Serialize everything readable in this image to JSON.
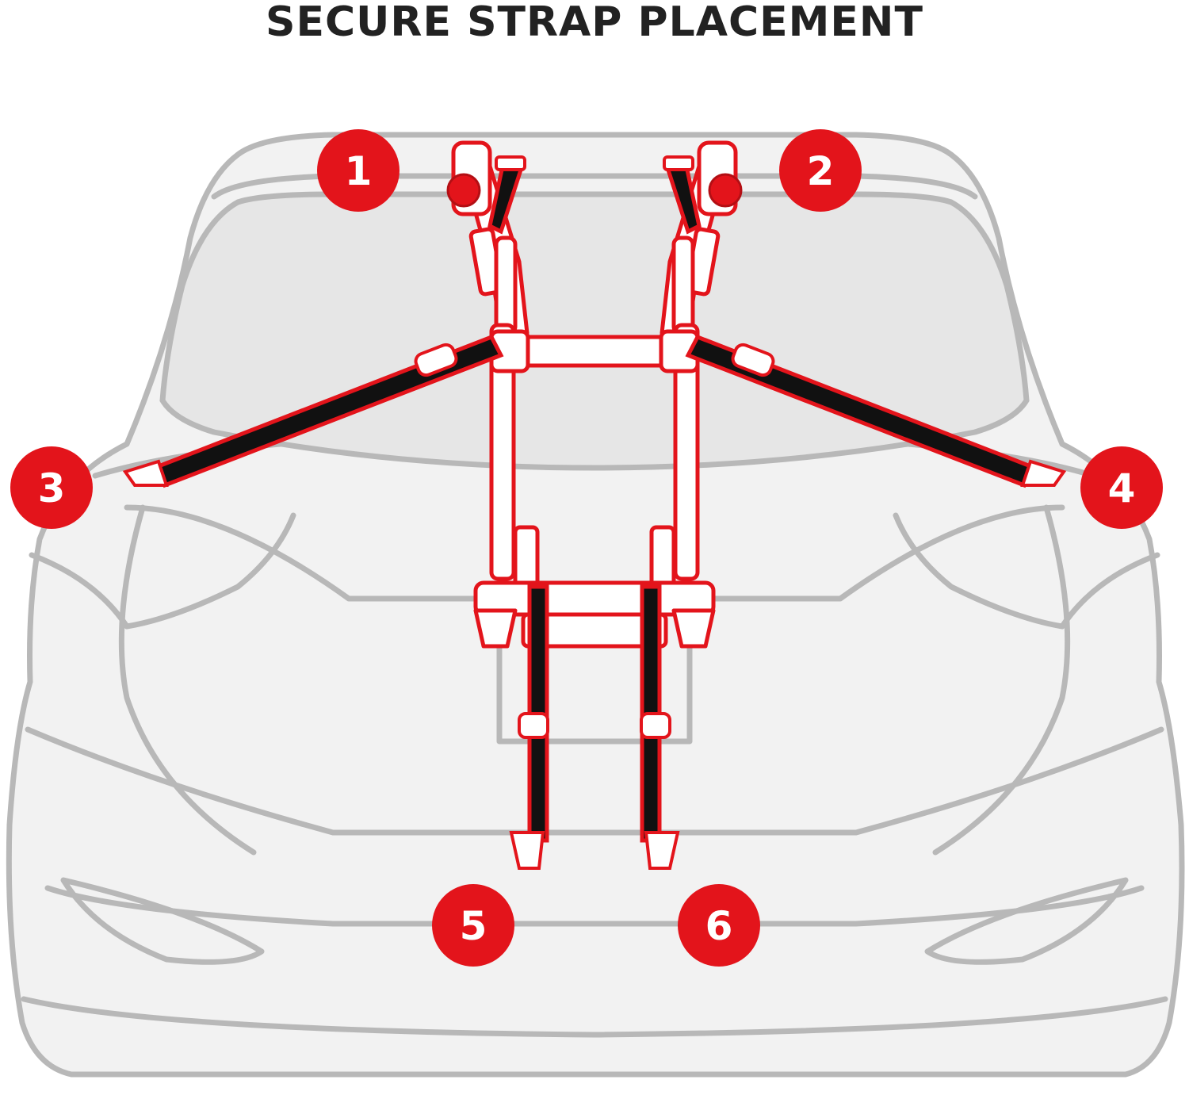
{
  "title": "SECURE STRAP PLACEMENT",
  "colors": {
    "accent": "#e3141b",
    "car_outline": "#b8b8b8",
    "car_fill": "#f2f2f2",
    "window_fill": "#e6e6e6",
    "strap": "#111111",
    "title": "#222222"
  },
  "badges": [
    "1",
    "2",
    "3",
    "4",
    "5",
    "6"
  ]
}
